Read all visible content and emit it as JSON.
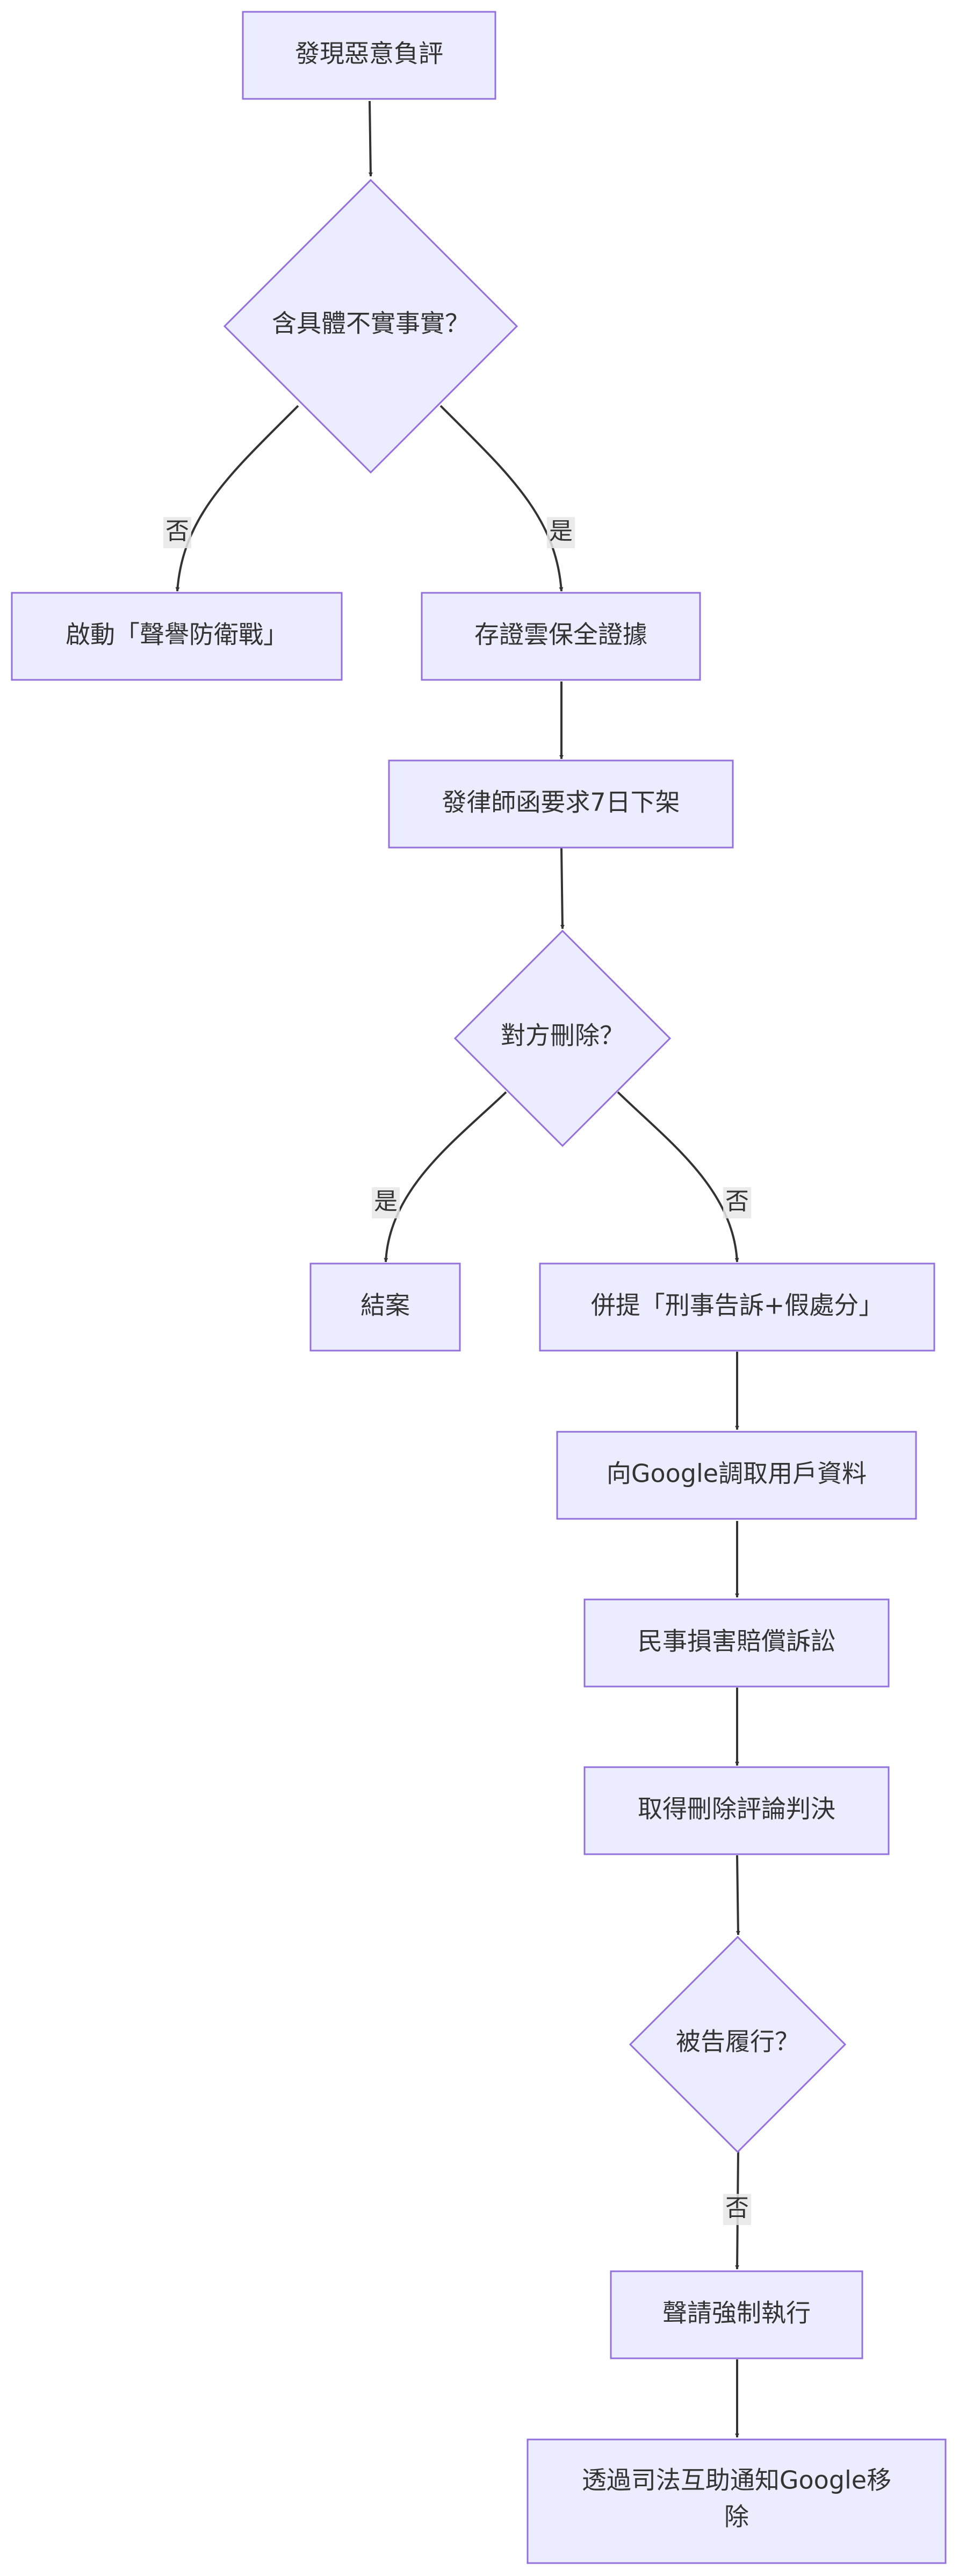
{
  "nodes": {
    "start": "發現惡意負評",
    "decision_fact": "含具體不實事實？",
    "defense": "啟動「聲譽防衛戰」",
    "evidence": "存證雲保全證據",
    "lawyer_letter": "發律師函要求7日下架",
    "decision_delete": "對方刪除？",
    "close_case": "結案",
    "criminal": "併提「刑事告訴+假處分」",
    "google_data": "向Google調取用戶資料",
    "civil_suit": "民事損害賠償訴訟",
    "judgment": "取得刪除評論判決",
    "decision_comply": "被告履行？",
    "enforce": "聲請強制執行",
    "notify_google_line1": "透過司法互助通知Google移",
    "notify_google_line2": "除"
  },
  "edge_labels": {
    "fact_no": "否",
    "fact_yes": "是",
    "delete_yes": "是",
    "delete_no": "否",
    "comply_no": "否"
  },
  "colors": {
    "node_fill": "#ECECFF",
    "node_stroke": "#9370DB",
    "edge": "#333333"
  }
}
